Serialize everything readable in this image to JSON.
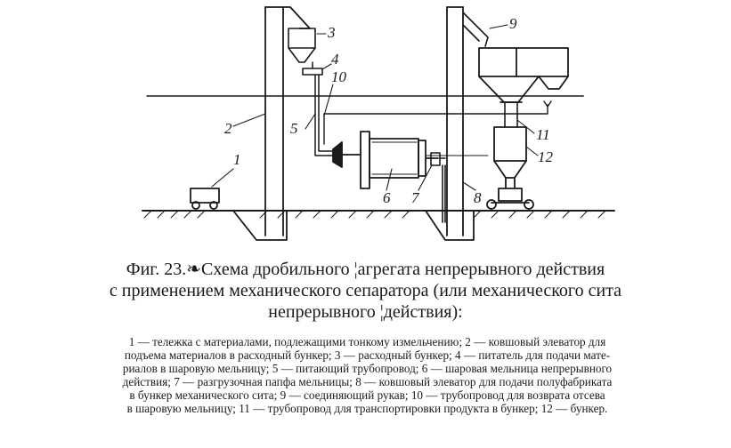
{
  "figure": {
    "callouts": [
      "1",
      "2",
      "3",
      "4",
      "5",
      "6",
      "7",
      "8",
      "9",
      "10",
      "11",
      "12"
    ]
  },
  "caption": {
    "line1": "Фиг. 23.❧Схема дробильного ¦агрегата непрерывного действия",
    "line2": "с применением механического сепаратора (или механического сита",
    "line3": "непрерывного ¦действия):"
  },
  "legend": {
    "line1": "1 — тележка с материалами, подлежащими тонкому измельчению; 2 — ковшовый элеватор для",
    "line2": "подъема материалов в расходный бункер; 3 — расходный бункер; 4 — питатель для подачи мате-",
    "line3": "риалов в шаровую мельницу; 5 — питающий трубопровод; 6 — шаровая мельница непрерывного",
    "line4": "действия; 7 — разгрузочная папфа мельницы; 8 — ковшовый элеватор для подачи полуфабриката",
    "line5": "в бункер механического сита; 9 — соединяющий рукав; 10 — трубопровод для возврата отсева",
    "line6": "в шаровую мельницу; 11 — трубопровод для транспортировки продукта в бункер; 12 — бункер."
  }
}
